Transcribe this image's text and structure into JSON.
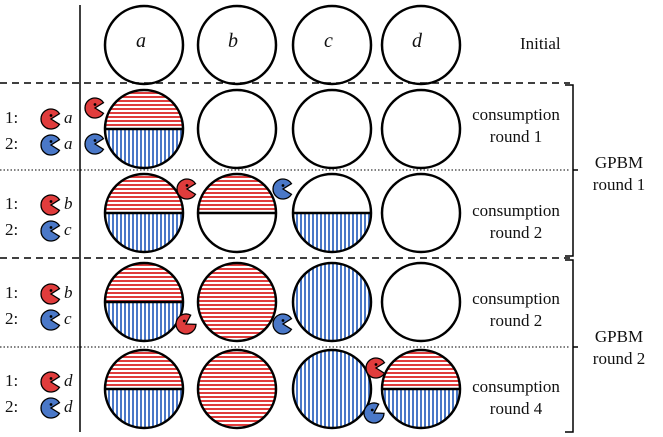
{
  "columns": [
    "a",
    "b",
    "c",
    "d"
  ],
  "initial_label": "Initial",
  "agents": {
    "one": "1:",
    "two": "2:"
  },
  "rows": [
    {
      "label_line1": "consumption",
      "label_line2": "round 1",
      "agent1": "a",
      "agent2": "a"
    },
    {
      "label_line1": "consumption",
      "label_line2": "round 2",
      "agent1": "b",
      "agent2": "c"
    },
    {
      "label_line1": "consumption",
      "label_line2": "round 2",
      "agent1": "b",
      "agent2": "c"
    },
    {
      "label_line1": "consumption",
      "label_line2": "round 4",
      "agent1": "d",
      "agent2": "d"
    }
  ],
  "gpbm": [
    {
      "line1": "GPBM",
      "line2": "round 1"
    },
    {
      "line1": "GPBM",
      "line2": "round 2"
    }
  ],
  "colors": {
    "agent1": "#e03c3c",
    "agent2": "#4a78c8",
    "stroke": "#000000"
  }
}
